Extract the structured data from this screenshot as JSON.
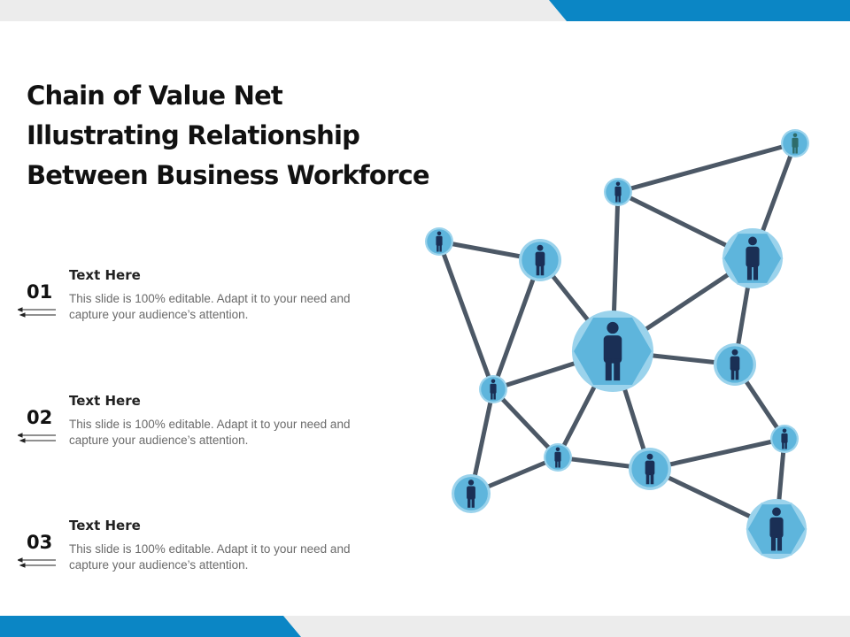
{
  "title": "Chain of Value Net Illustrating Relationship Between Business Workforce",
  "items": [
    {
      "number": "01",
      "heading": "Text Here",
      "text": "This slide is 100% editable. Adapt it to your need and capture your audience’s attention."
    },
    {
      "number": "02",
      "heading": "Text Here",
      "text": "This slide is 100% editable. Adapt it to your need and capture your audience’s attention."
    },
    {
      "number": "03",
      "heading": "Text Here",
      "text": "This slide is 100% editable. Adapt it to your need and capture your audience’s attention."
    }
  ],
  "colors": {
    "accent_blue": "#0b86c5",
    "light_gray": "#ececec",
    "node_fill": "#5eb5dc",
    "node_ring": "#9bd3ec",
    "person": "#1a2f55",
    "person_alt": "#2e6c6a",
    "link": "#4c5866"
  },
  "icons": {
    "node": "person-icon",
    "arrow": "double-left-arrow-icon"
  }
}
